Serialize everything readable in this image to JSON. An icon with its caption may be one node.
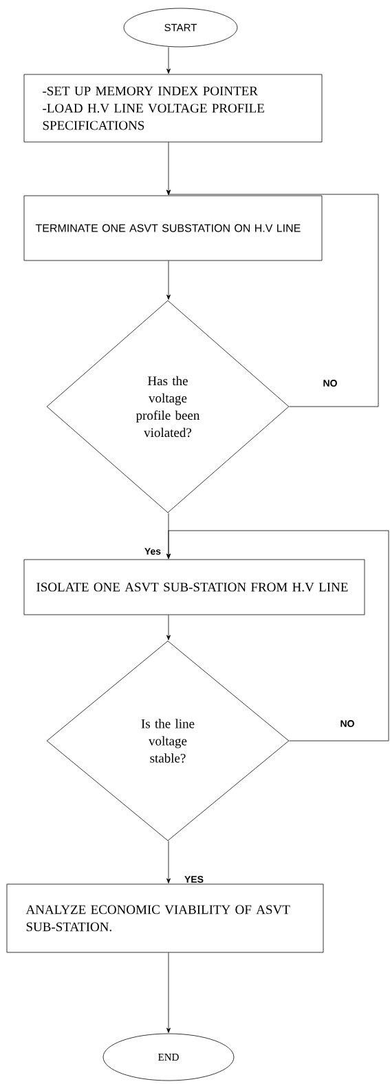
{
  "diagram": {
    "nodes": [
      {
        "text": [
          "START"
        ]
      },
      {
        "text": [
          "-SET UP MEMORY INDEX POINTER",
          "-LOAD H.V LINE VOLTAGE PROFILE SPECIFICATIONS"
        ]
      },
      {
        "text": [
          "TERMINATE ONE ASVT SUBSTATION ON H.V LINE"
        ]
      },
      {
        "text": [
          "Has the voltage profile been violated?"
        ]
      },
      {
        "text": [
          "ISOLATE ONE ASVT SUB-STATION FROM H.V LINE"
        ]
      },
      {
        "text": [
          "Is the line voltage stable?"
        ]
      },
      {
        "text": [
          "ANALYZE ECONOMIC VIABILITY OF ASVT SUB-STATION."
        ]
      },
      {
        "text": [
          "END"
        ]
      }
    ],
    "edges": [
      {
        "from": 0,
        "to": 1,
        "arrow": "to"
      },
      {
        "from": 1,
        "to": 2,
        "arrow": "to"
      },
      {
        "from": 2,
        "to": 3,
        "arrow": "to"
      },
      {
        "from": 3,
        "to": 2,
        "arrow": "to",
        "label": "NO"
      },
      {
        "from": 3,
        "to": 4,
        "arrow": "to",
        "label": "Yes"
      },
      {
        "from": 4,
        "to": 5,
        "arrow": "to"
      },
      {
        "from": 5,
        "to": 4,
        "arrow": "to",
        "label": "NO"
      },
      {
        "from": 5,
        "to": 6,
        "arrow": "to",
        "label": "YES"
      },
      {
        "from": 6,
        "to": 7,
        "arrow": "to"
      }
    ]
  }
}
